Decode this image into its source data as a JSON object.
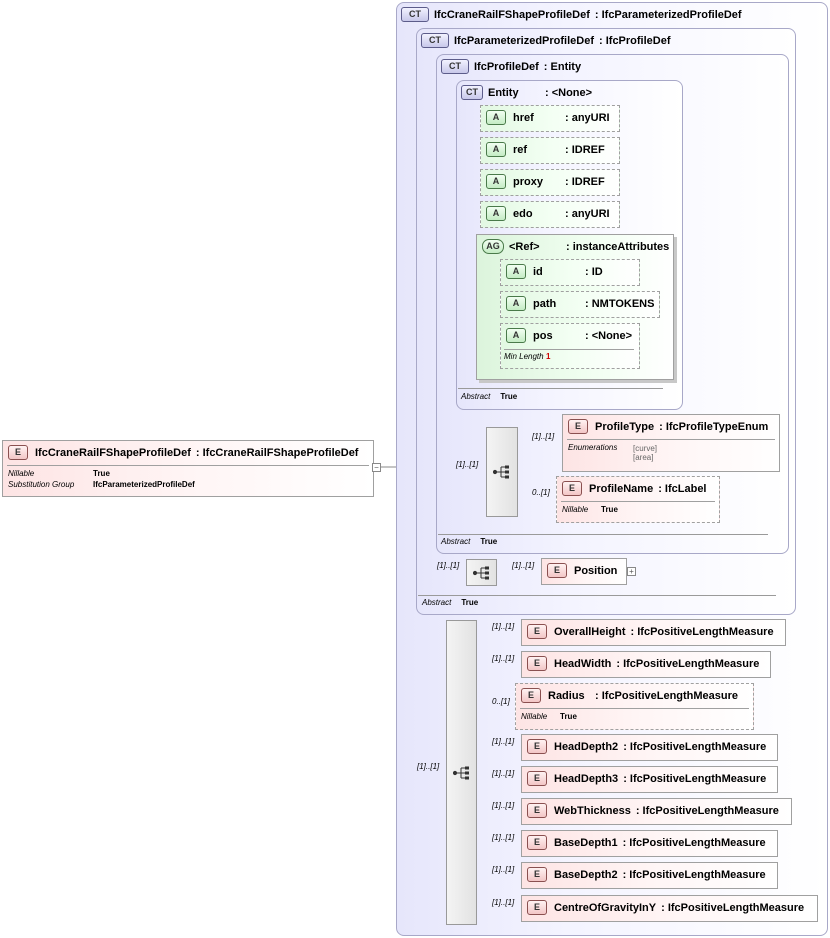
{
  "root": {
    "badge": "E",
    "name": "IfcCraneRailFShapeProfileDef",
    "type": ": IfcCraneRailFShapeProfileDef",
    "props": [
      {
        "k": "Nillable",
        "v": "True"
      },
      {
        "k": "Substitution Group",
        "v": "IfcParameterizedProfileDef"
      }
    ]
  },
  "types": [
    {
      "badge": "CT",
      "name": "IfcCraneRailFShapeProfileDef",
      "base": ": IfcParameterizedProfileDef"
    },
    {
      "badge": "CT",
      "name": "IfcParameterizedProfileDef",
      "base": ": IfcProfileDef",
      "abstract_k": "Abstract",
      "abstract_v": "True"
    },
    {
      "badge": "CT",
      "name": "IfcProfileDef",
      "base": ": Entity",
      "abstract_k": "Abstract",
      "abstract_v": "True"
    },
    {
      "badge": "CT",
      "name": "Entity",
      "base": ": <None>",
      "abstract_k": "Abstract",
      "abstract_v": "True"
    }
  ],
  "entity_attrs": [
    {
      "badge": "A",
      "name": "href",
      "type": ": anyURI"
    },
    {
      "badge": "A",
      "name": "ref",
      "type": ": IDREF"
    },
    {
      "badge": "A",
      "name": "proxy",
      "type": ": IDREF"
    },
    {
      "badge": "A",
      "name": "edo",
      "type": ": anyURI"
    }
  ],
  "attr_group": {
    "badge": "AG",
    "name": "<Ref>",
    "type": ": instanceAttributes",
    "attrs": [
      {
        "badge": "A",
        "name": "id",
        "type": ": ID"
      },
      {
        "badge": "A",
        "name": "path",
        "type": ": NMTOKENS"
      },
      {
        "badge": "A",
        "name": "pos",
        "type": ": <None>",
        "prop_k": "Min Length",
        "prop_v": "1"
      }
    ]
  },
  "profile_seq": {
    "card": "[1]..[1]",
    "profile_type": {
      "badge": "E",
      "card": "[1]..[1]",
      "name": "ProfileType",
      "type": ": IfcProfileTypeEnum",
      "enum_k": "Enumerations",
      "enum_vals": [
        "[curve]",
        "[area]"
      ]
    },
    "profile_name": {
      "badge": "E",
      "card": "0..[1]",
      "name": "ProfileName",
      "type": ": IfcLabel",
      "prop_k": "Nillable",
      "prop_v": "True"
    }
  },
  "position_seq": {
    "card": "[1]..[1]",
    "position": {
      "badge": "E",
      "card": "[1]..[1]",
      "name": "Position"
    }
  },
  "main_seq": {
    "card": "[1]..[1]",
    "elements": [
      {
        "badge": "E",
        "card": "[1]..[1]",
        "name": "OverallHeight",
        "type": ": IfcPositiveLengthMeasure"
      },
      {
        "badge": "E",
        "card": "[1]..[1]",
        "name": "HeadWidth",
        "type": ": IfcPositiveLengthMeasure"
      },
      {
        "badge": "E",
        "card": "0..[1]",
        "name": "Radius",
        "type": ": IfcPositiveLengthMeasure",
        "prop_k": "Nillable",
        "prop_v": "True"
      },
      {
        "badge": "E",
        "card": "[1]..[1]",
        "name": "HeadDepth2",
        "type": ": IfcPositiveLengthMeasure"
      },
      {
        "badge": "E",
        "card": "[1]..[1]",
        "name": "HeadDepth3",
        "type": ": IfcPositiveLengthMeasure"
      },
      {
        "badge": "E",
        "card": "[1]..[1]",
        "name": "WebThickness",
        "type": ": IfcPositiveLengthMeasure"
      },
      {
        "badge": "E",
        "card": "[1]..[1]",
        "name": "BaseDepth1",
        "type": ": IfcPositiveLengthMeasure"
      },
      {
        "badge": "E",
        "card": "[1]..[1]",
        "name": "BaseDepth2",
        "type": ": IfcPositiveLengthMeasure"
      },
      {
        "badge": "E",
        "card": "[1]..[1]",
        "name": "CentreOfGravityInY",
        "type": ": IfcPositiveLengthMeasure"
      }
    ]
  },
  "colors": {
    "type_fill": "#e6e6fb",
    "element_fill": "#fde4e4",
    "attribute_fill": "#e2f8e2",
    "border": "#a0a0a0"
  }
}
